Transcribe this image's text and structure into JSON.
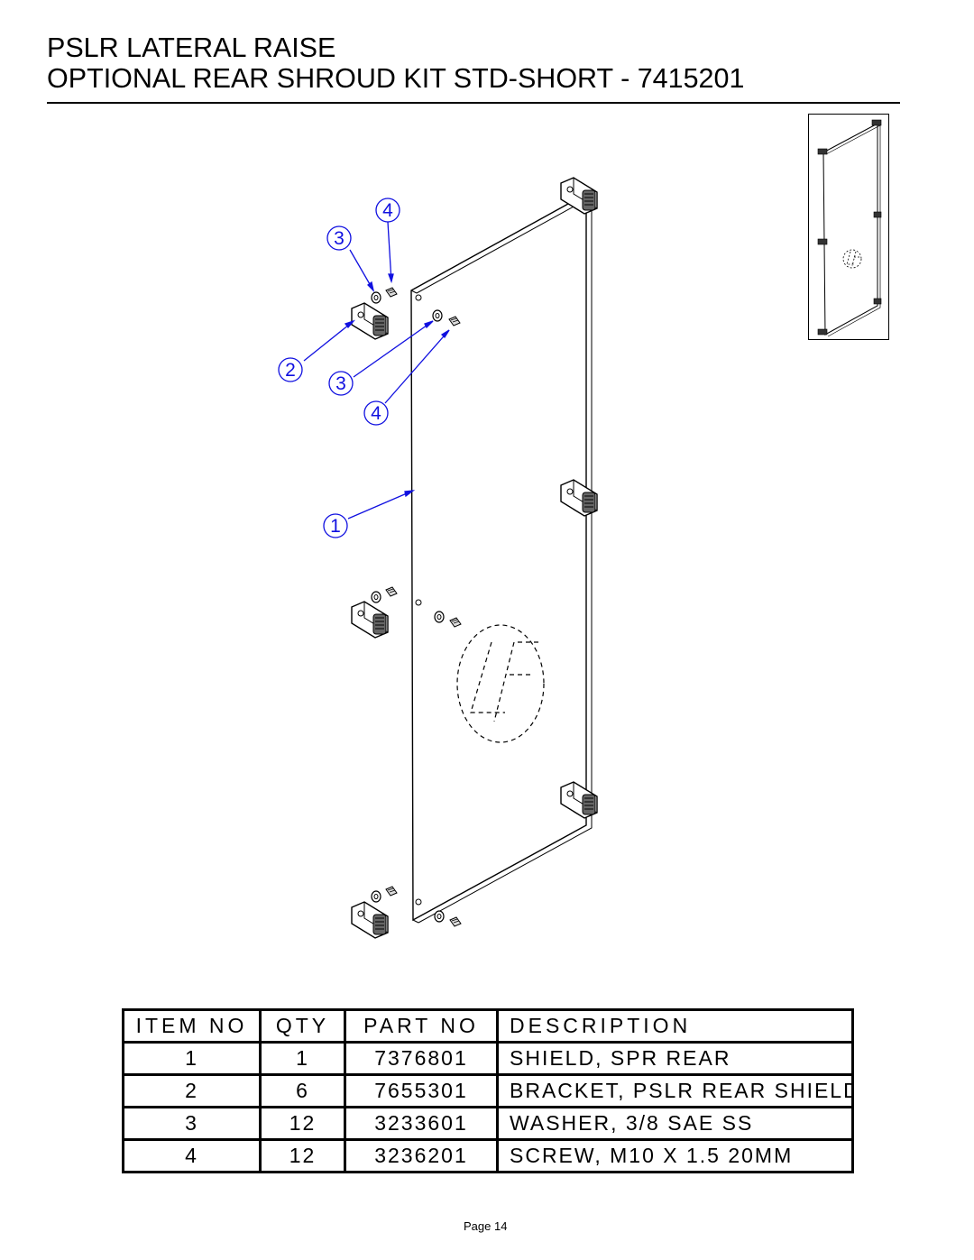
{
  "header": {
    "title_line1": "PSLR LATERAL RAISE",
    "title_line2": "OPTIONAL REAR SHROUD KIT STD-SHORT - 7415201"
  },
  "callouts": {
    "c1": "1",
    "c2": "2",
    "c3a": "3",
    "c3b": "3",
    "c4a": "4",
    "c4b": "4"
  },
  "parts_table": {
    "headers": [
      "ITEM NO",
      "QTY",
      "PART NO",
      "DESCRIPTION"
    ],
    "rows": [
      [
        "1",
        "1",
        "7376801",
        "SHIELD, SPR REAR"
      ],
      [
        "2",
        "6",
        "7655301",
        "BRACKET, PSLR REAR SHIELD"
      ],
      [
        "3",
        "12",
        "3233601",
        "WASHER, 3/8 SAE SS"
      ],
      [
        "4",
        "12",
        "3236201",
        "SCREW, M10 X 1.5 20MM"
      ]
    ]
  },
  "footer": {
    "page": "Page 14"
  },
  "colors": {
    "callout": "#1010e0",
    "line": "#000000"
  }
}
